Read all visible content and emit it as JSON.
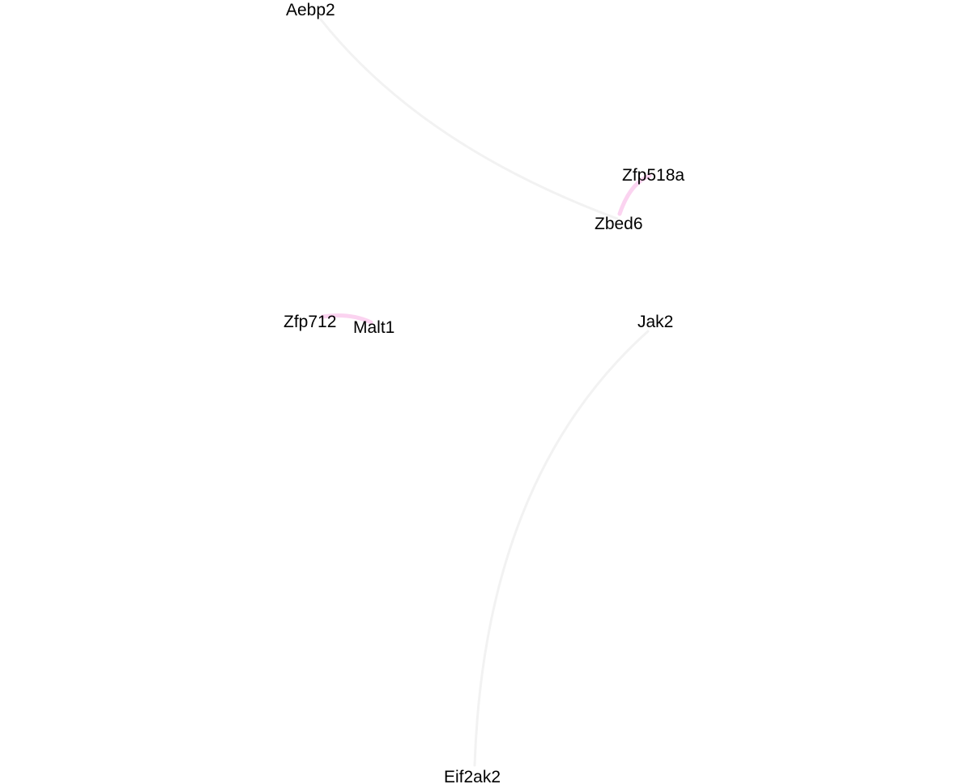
{
  "nodes": {
    "aebp2": "Aebp2",
    "zfp518a": "Zfp518a",
    "zbed6": "Zbed6",
    "zfp712": "Zfp712",
    "malt1": "Malt1",
    "jak2": "Jak2",
    "eif2ak2": "Eif2ak2"
  },
  "edges": [
    {
      "source": "Aebp2",
      "target": "Zbed6",
      "color": "#f2f2f2"
    },
    {
      "source": "Zfp518a",
      "target": "Zbed6",
      "color": "#fbd3f0"
    },
    {
      "source": "Zfp712",
      "target": "Malt1",
      "color": "#fbd3f0"
    },
    {
      "source": "Jak2",
      "target": "Eif2ak2",
      "color": "#f2f2f2"
    }
  ],
  "colors": {
    "background": "#ffffff",
    "weak_edge": "#f2f2f2",
    "strong_edge": "#fbd3f0",
    "label": "#000000"
  }
}
